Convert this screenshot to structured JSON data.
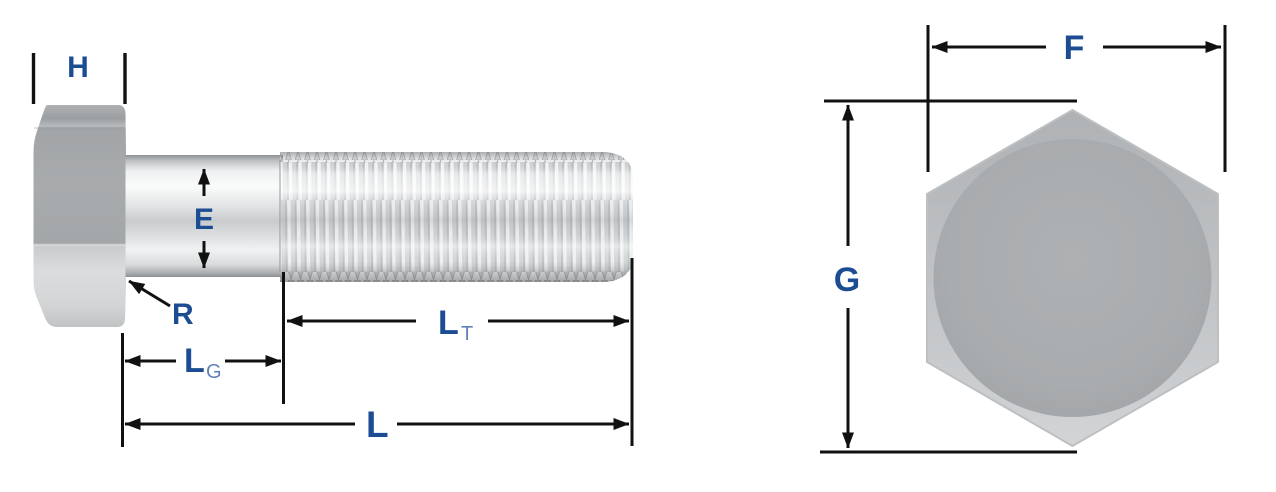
{
  "colors": {
    "dimension_label": "#1C4C92",
    "dimension_subscript": "#6283B8",
    "dimension_line": "#111111",
    "metal_highlight": "#F5F6F7",
    "metal_mid": "#AAADAF",
    "metal_shadow": "#8D9092"
  },
  "side_view": {
    "dimension_labels": {
      "h": "H",
      "e": "E",
      "r": "R",
      "lt": {
        "base": "L",
        "sub": "T"
      },
      "lg": {
        "base": "L",
        "sub": "G"
      },
      "l": "L"
    }
  },
  "end_view": {
    "dimension_labels": {
      "f": "F",
      "g": "G"
    }
  }
}
